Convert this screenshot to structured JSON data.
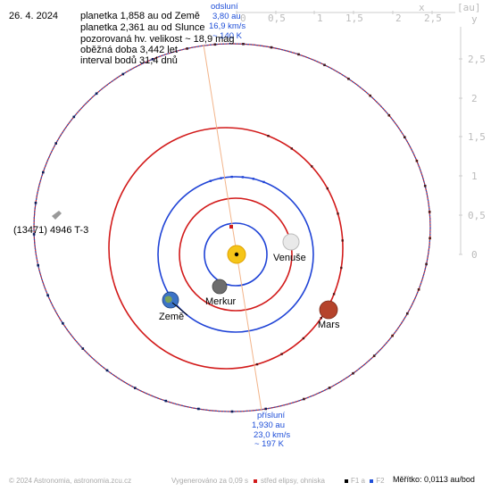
{
  "date": "26. 4. 2024",
  "info_lines": [
    "planetka 1,858 au od Země",
    "planetka 2,361 au od Slunce",
    "pozorovaná hv. velikost ~ 18,9 mag",
    "oběžná doba 3,442 let",
    "interval bodů 31,4 dnů"
  ],
  "asteroid_label": "(13471) 4946 T-3",
  "planets": {
    "venus": "Venuše",
    "mercury": "Merkur",
    "earth": "Země",
    "mars": "Mars"
  },
  "aphelion": {
    "title": "odsluní",
    "lines": [
      "3,80 au",
      "16,9 km/s",
      "~ 140 K"
    ]
  },
  "perihelion": {
    "title": "přísluní",
    "lines": [
      "1,930 au",
      "23,0 km/s",
      "~ 197 K"
    ]
  },
  "axis": {
    "x_label": "x",
    "unit_label": "[au]",
    "y_label": "y",
    "x_ticks": [
      "0",
      "0,5",
      "1",
      "1,5",
      "2",
      "2,5"
    ],
    "y_ticks": [
      "2,5",
      "2",
      "1,5",
      "1",
      "0,5",
      "0"
    ]
  },
  "footer": {
    "copyright": "© 2024 Astronomia, astronomia.zcu.cz",
    "generated": "Vygenerováno za 0,09 s",
    "legend_center": "střed elipsy, ohniska",
    "legend_f1": "F1 a",
    "legend_f2": "F2",
    "scale": "Měřítko: 0,0113 au/bod"
  },
  "colors": {
    "blue_orbit": "#1f43d6",
    "red_orbit": "#d21a1a",
    "asteroid_orbit": "#3c6fc8",
    "axis_line": "#f2b48a",
    "blue_text": "#1f4fd8"
  }
}
